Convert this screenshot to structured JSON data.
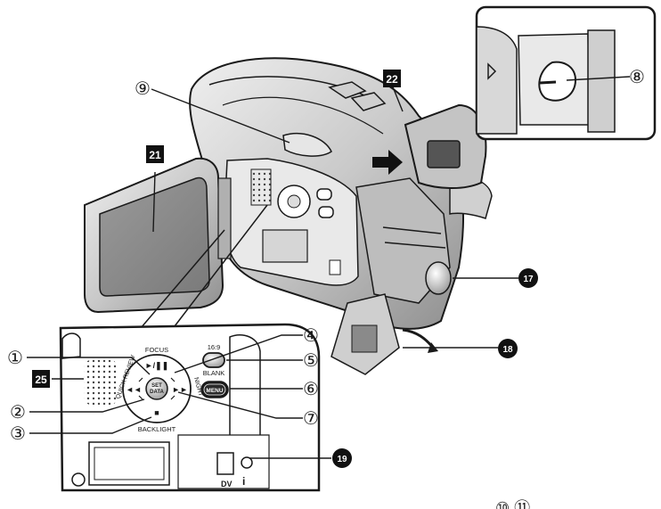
{
  "callouts": {
    "c1": "①",
    "c2": "②",
    "c3": "③",
    "c4": "④",
    "c5": "⑤",
    "c6": "⑥",
    "c7": "⑦",
    "c8": "⑧",
    "c9": "⑨",
    "c17": "17",
    "c18": "18",
    "c19": "19",
    "c21": "21",
    "c22": "22",
    "c25": "25",
    "page_refs": "⑩ ⑪"
  },
  "panel_labels": {
    "focus": "FOCUS",
    "play_pause": "►/❚❚",
    "set_data_line1": "SET",
    "set_data_line2": "DATA",
    "aspect": "16:9",
    "blank": "BLANK",
    "menu": "MENU",
    "quick_review": "QUICK REVIEW",
    "night": "NIGHT",
    "backlight": "BACKLIGHT",
    "rewind": "◄◄",
    "fast_forward": "►►",
    "stop": "■",
    "dv": "DV",
    "info": "i"
  },
  "colors": {
    "line": "#1a1a1a",
    "body_light": "#dcdcdc",
    "body_mid": "#b5b5b5",
    "body_dark": "#6e6e6e",
    "screen": "#8c8c8c",
    "black_badge": "#111111"
  }
}
